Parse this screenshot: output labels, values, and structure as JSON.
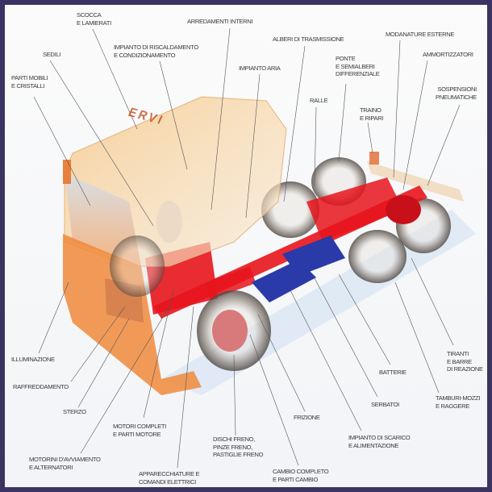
{
  "logo_text": "ERVI",
  "colors": {
    "frame": "#3b3462",
    "cab": "#f0a24a",
    "chassis": "#e8141c",
    "tanks": "#2a3aa8"
  },
  "labels": {
    "scocca": "SCOCCA\nE LAMIERATI",
    "arredamenti": "ARREDAMENTI INTERNI",
    "riscaldamento": "IMPIANTO DI RISCALDAMENTO\nE CONDIZIONAMENTO",
    "alberi": "ALBERI DI TRASMISSIONE",
    "modanature": "MODANATURE ESTERNE",
    "sedili": "SEDILI",
    "ponte": "PONTE\nE SEMIALBERI\nDIFFERENZIALE",
    "ammortizzatori": "AMMORTIZZATORI",
    "parti_mobili": "PARTI MOBILI\nE CRISTALLI",
    "impianto_aria": "IMPIANTO ARIA",
    "sospensioni": "SOSPENSIONI\nPNEUMATICHE",
    "ralle": "RALLE",
    "traino": "TRAINO\nE RIPARI",
    "illuminazione": "ILLUMINAZIONE",
    "tiranti": "TIRANTI\nE BARRE\nDI REAZIONE",
    "batterie": "BATTERIE",
    "raffreddamento": "RAFFREDDAMENTO",
    "serbatoi": "SERBATOI",
    "tamburi": "TAMBURI-MOZZI\nE RAGGERE",
    "sterzo": "STERZO",
    "frizione": "FRIZIONE",
    "motori": "MOTORI COMPLETI\nE PARTI MOTORE",
    "scarico": "IMPIANTO DI SCARICO\nE ALIMENTAZIONE",
    "dischi": "DISCHI FRENO,\nPINZE FRENO,\nPASTIGLIE FRENO",
    "motorini": "MOTORINI D'AVVIAMENTO\nE ALTERNATORI",
    "apparecchiature": "APPARECCHIATURE E\nCOMANDI ELETTRICI",
    "cambio": "CAMBIO COMPLETO\nE PARTI CAMBIO"
  }
}
